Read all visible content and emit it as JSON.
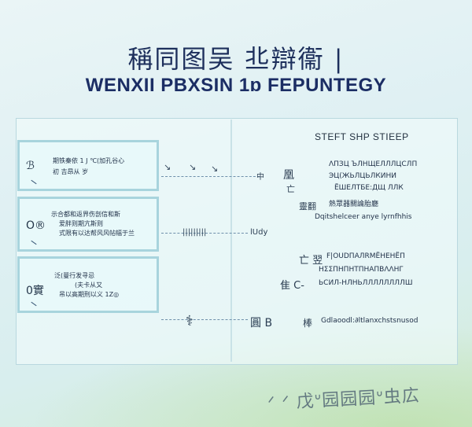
{
  "header": {
    "title_cn": "稱同图吴 丠辯衞 |",
    "title_en": "WENXII PBXSIN 1ɒ FEPUNTEGY"
  },
  "left_rows": [
    {
      "icon": "ℬ",
      "lines": [
        "期铁秦依 1 J ℃(加孔谷心",
        "初 吉昂从  岁"
      ]
    },
    {
      "icon": "O®",
      "lines": [
        "示合都和返界伤剖信和斯",
        "爱胖则期亢斯则",
        "式限有以达帮风风帖幅于兰"
      ]
    },
    {
      "icon": "0實",
      "lines": [
        "泛(曼行发寻忌",
        "(夫卡从又",
        "吊以高期刑以义 1Z◎"
      ]
    }
  ],
  "middle": {
    "label_row1": "中",
    "label_row2": "|||||||||",
    "label_row2_b": "lUdy",
    "label_row3": "⚕",
    "label_row3_b": "圓 B"
  },
  "right": {
    "heading": "STEFT SHP STIEEP",
    "steps": [
      {
        "icon": "凰",
        "icon2": "亡",
        "lines": [
          "ΛΠЗЦ ЪЛНЩЕЛЛЛЦСЛП",
          "ЭЦ(ЖЬЛЦЬЛКИНИ",
          "ЁШЕЛТБЕ:ДЩ ЛЛК"
        ]
      },
      {
        "icon": "靈翻",
        "icon2": "",
        "lines": [
          "熱眾器關論胎廳",
          "Dqitshelceer anye lyrnfhhis"
        ]
      },
      {
        "icon": "亡 翌",
        "icon2": "隹 C-",
        "lines": [
          "F|OUDПAЛRMЁНЕНЁП",
          "ΗΣΣΠΗΠΗΤΠΗΑΠΒΛΛΗΓ",
          "ЬСИЛ-НЛНЬЛЛЛЛЛЛЛЛШ"
        ]
      },
      {
        "icon": "棒",
        "icon2": "",
        "lines": [
          "Gdlaoodl:∂ltlanxchstsnusod"
        ]
      }
    ]
  },
  "watermark": "ᐟ ᐟ 戊ᐡ园园园ᐡ虫広"
}
